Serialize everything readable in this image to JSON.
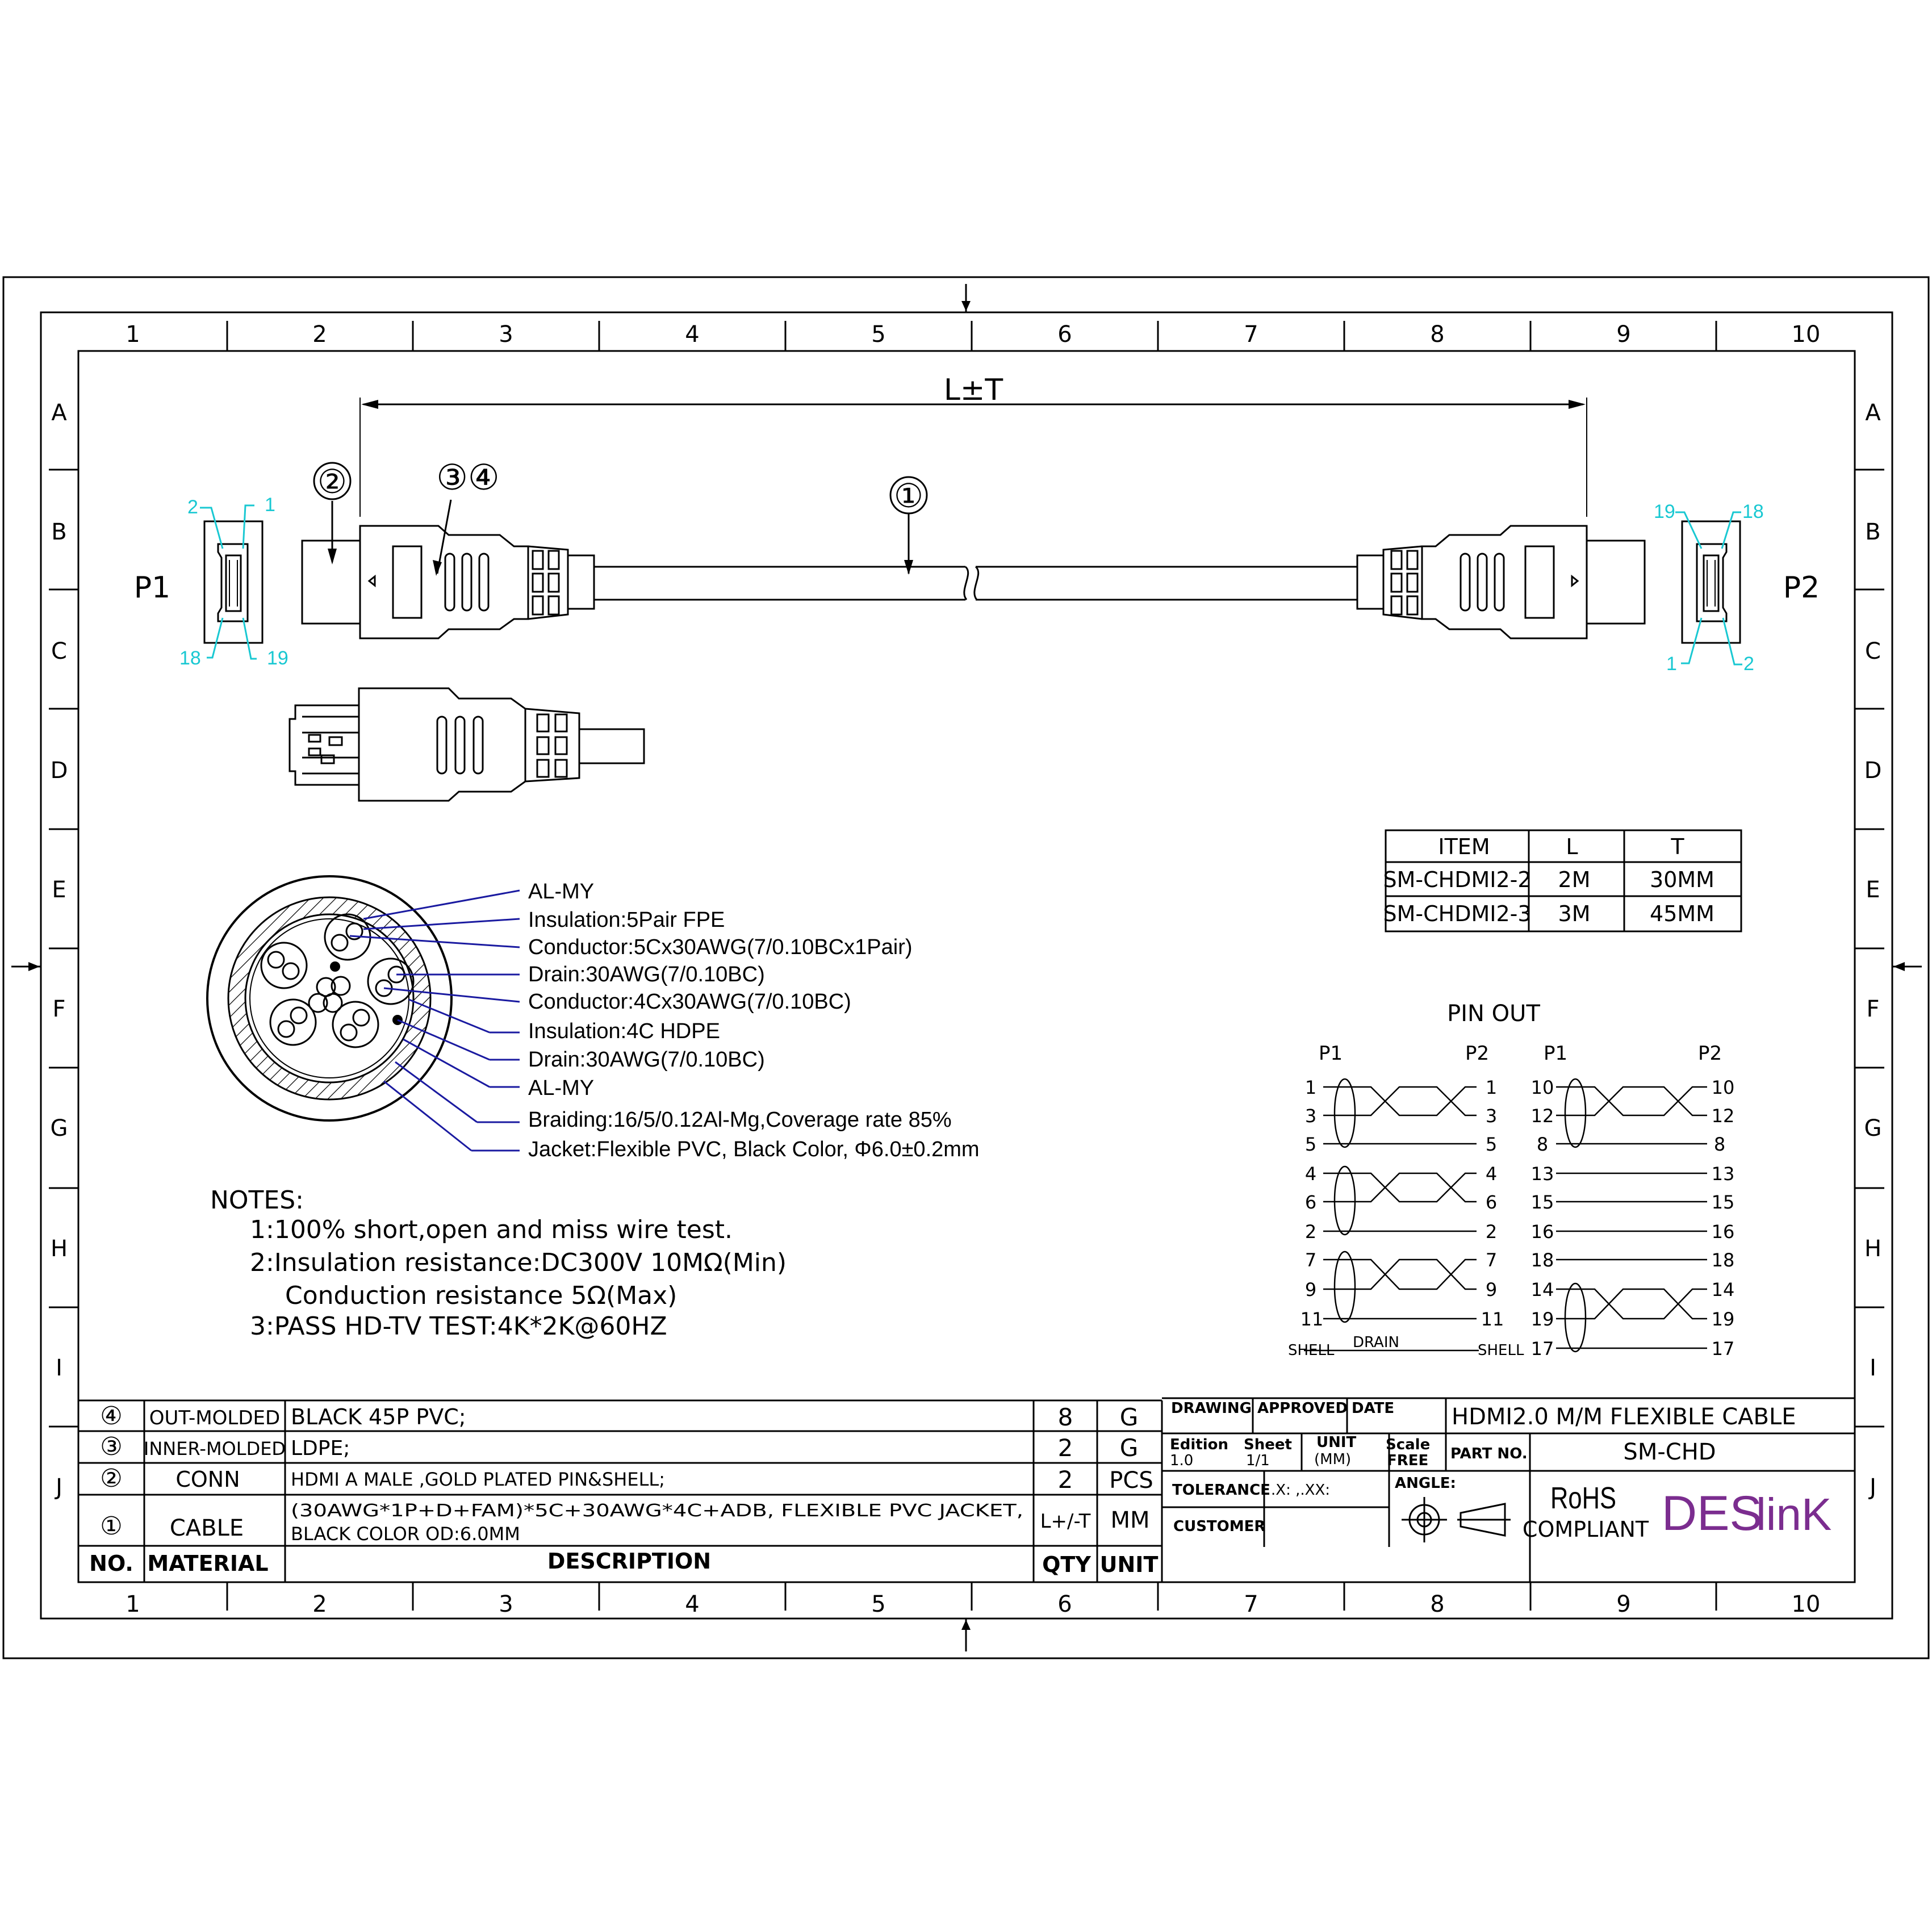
{
  "grid": {
    "columns": [
      "1",
      "2",
      "3",
      "4",
      "5",
      "6",
      "7",
      "8",
      "9",
      "10"
    ],
    "rows": [
      "A",
      "B",
      "C",
      "D",
      "E",
      "F",
      "G",
      "H",
      "I",
      "J"
    ]
  },
  "dimension": {
    "label": "L±T"
  },
  "callouts": {
    "c1": "①",
    "c2": "②",
    "c34": "③④"
  },
  "plugs": {
    "p1": {
      "label": "P1",
      "pins": {
        "top_left": "2",
        "top_right": "1",
        "bottom_left": "18",
        "bottom_right": "19"
      }
    },
    "p2": {
      "label": "P2",
      "pins": {
        "top_left": "19",
        "top_right": "18",
        "bottom_left": "1",
        "bottom_right": "2"
      }
    }
  },
  "length_table": {
    "headers": [
      "ITEM",
      "L",
      "T"
    ],
    "rows": [
      [
        "SM-CHDMI2-2",
        "2M",
        "30MM"
      ],
      [
        "SM-CHDMI2-3",
        "3M",
        "45MM"
      ]
    ]
  },
  "cross_section": {
    "labels": [
      "AL-MY",
      "Insulation:5Pair FPE",
      "Conductor:5Cx30AWG(7/0.10BCx1Pair)",
      "Drain:30AWG(7/0.10BC)",
      "Conductor:4Cx30AWG(7/0.10BC)",
      "Insulation:4C HDPE",
      "Drain:30AWG(7/0.10BC)",
      "AL-MY",
      "Braiding:16/5/0.12Al-Mg,Coverage rate 85%",
      "Jacket:Flexible PVC, Black Color, Φ6.0±0.2mm"
    ]
  },
  "notes": {
    "title": "NOTES:",
    "lines": [
      "1:100% short,open and miss wire test.",
      "2:Insulation resistance:DC300V 10MΩ(Min)",
      "Conduction resistance 5Ω(Max)",
      "3:PASS HD-TV TEST:4K*2K@60HZ"
    ]
  },
  "pinout": {
    "title": "PIN OUT",
    "p1": "P1",
    "p2": "P2",
    "left": [
      "1",
      "3",
      "5",
      "4",
      "6",
      "2",
      "7",
      "9",
      "11"
    ],
    "right": [
      "10",
      "12",
      "8",
      "13",
      "15",
      "16",
      "18",
      "14",
      "19",
      "17"
    ],
    "shell": "SHELL",
    "drain": "DRAIN"
  },
  "bom": {
    "headers": {
      "no": "NO.",
      "material": "MATERIAL",
      "description": "DESCRIPTION",
      "qty": "QTY",
      "unit": "UNIT"
    },
    "rows": [
      {
        "no": "④",
        "material": "OUT-MOLDED",
        "description": "BLACK 45P PVC;",
        "qty": "8",
        "unit": "G"
      },
      {
        "no": "③",
        "material": "INNER-MOLDED",
        "description": "LDPE;",
        "qty": "2",
        "unit": "G"
      },
      {
        "no": "②",
        "material": "CONN",
        "description": "HDMI A MALE ,GOLD PLATED PIN&SHELL;",
        "qty": "2",
        "unit": "PCS"
      },
      {
        "no": "①",
        "material": "CABLE",
        "description": "(30AWG*1P+D+FAM)*5C+30AWG*4C+ADB, FLEXIBLE PVC JACKET,",
        "description2": "BLACK COLOR OD:6.0MM",
        "qty": "L+/-T",
        "unit": "MM"
      }
    ]
  },
  "title_block": {
    "drawing": "DRAWING",
    "approved": "APPROVED",
    "date": "DATE",
    "title": "HDMI2.0 M/M FLEXIBLE CABLE",
    "edition_label": "Edition",
    "edition_value": "1.0",
    "sheet_label": "Sheet",
    "sheet_value": "1/1",
    "unit_label": "UNIT",
    "unit_value": "(MM)",
    "scale_label": "Scale",
    "scale_value": "FREE",
    "part_no_label": "PART NO.",
    "part_no": "SM-CHD",
    "tolerance": "TOLERANCE",
    "tolerance_value": ".X: ,.XX:",
    "angle": "ANGLE:",
    "customer": "CUSTOMER",
    "rohs": "RoHS",
    "compliant": "COMPLIANT",
    "logo_des": "DES",
    "logo_link": "linK"
  },
  "colors": {
    "line": "#000000",
    "leader": "#1a1aa0",
    "pin_labels": "#19c8d2",
    "logo": "#7b2d8f"
  }
}
